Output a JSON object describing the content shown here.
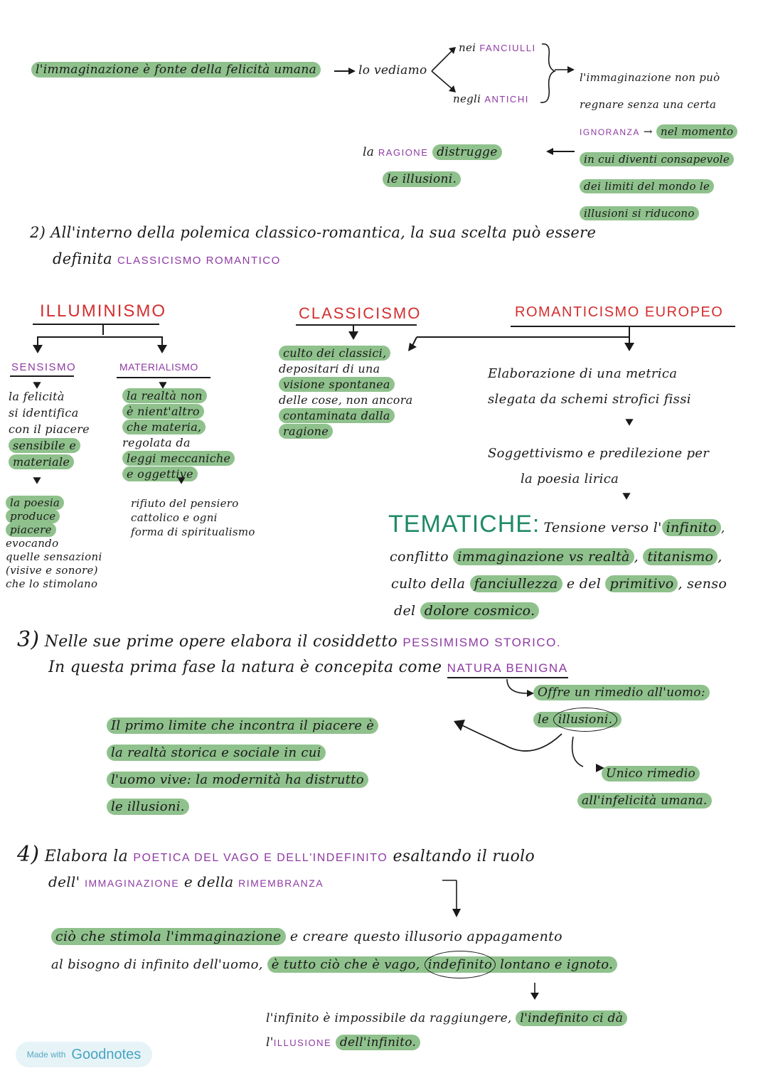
{
  "section1": {
    "main": "l'immaginazione è fonte della felicità umana",
    "lo_vediamo": "lo vediamo",
    "fanciulli_prefix": "nei",
    "fanciulli": "FANCIULLI",
    "antichi_prefix": "negli",
    "antichi": "ANTICHI",
    "consequence_l1": "l'immaginazione non può",
    "consequence_l2": "regnare senza una certa",
    "ignoranza": "IGNORANZA",
    "consequence_l3": "nel momento",
    "consequence_l4": "in cui diventi consapevole",
    "consequence_l5": "dei limiti del mondo le",
    "consequence_l6": "illusioni si riducono",
    "ragione_prefix": "la",
    "ragione": "RAGIONE",
    "ragione_verb": "distrugge",
    "ragione_l2": "le illusioni."
  },
  "section2": {
    "number": "2)",
    "line1": "All'interno della polemica classico-romantica, la sua scelta può essere",
    "line2_prefix": "definita",
    "term": "CLASSICISMO ROMANTICO"
  },
  "map": {
    "illuminismo": {
      "title": "ILLUMINISMO",
      "sensismo": {
        "title": "SENSISMO",
        "text": [
          "la felicità",
          "si identifica",
          "con il piacere",
          "sensibile e",
          "materiale"
        ],
        "result": [
          "la poesia",
          "produce",
          "piacere",
          "evocando",
          "quelle sensazioni",
          "(visive e sonore)",
          "che lo stimolano"
        ]
      },
      "materialismo": {
        "title": "MATERIALISMO",
        "text": [
          "la realtà non",
          "è nient'altro",
          "che materia,",
          "regolata da",
          "leggi meccaniche",
          "e oggettive"
        ],
        "result": [
          "rifiuto del pensiero",
          "cattolico e ogni",
          "forma di spiritualismo"
        ]
      }
    },
    "classicismo": {
      "title": "CLASSICISMO",
      "text": [
        "culto dei classici,",
        "depositari di una",
        "visione spontanea",
        "delle cose, non ancora",
        "contaminata dalla",
        "ragione"
      ]
    },
    "romanticismo": {
      "title": "ROMANTICISMO EUROPEO",
      "point1": [
        "Elaborazione di una metrica",
        "slegata da schemi strofici fissi"
      ],
      "point2": [
        "Soggettivismo e predilezione per",
        "la poesia lirica"
      ]
    },
    "tematiche": {
      "label": "TEMATICHE:",
      "l1_plain": "Tensione verso l'",
      "l1_hl": "infinito",
      "l2_plain": "conflitto",
      "l2_hl1": "immaginazione vs realtà",
      "l2_hl2": "titanismo",
      "l3_plain1": "culto della",
      "l3_hl1": "fanciullezza",
      "l3_plain2": "e del",
      "l3_hl2": "primitivo",
      "l3_plain3": ", senso",
      "l4_plain": "del",
      "l4_hl": "dolore cosmico."
    }
  },
  "section3": {
    "number": "3)",
    "line1": "Nelle sue prime opere elabora il cosiddetto",
    "term1": "PESSIMISMO STORICO.",
    "line2": "In questa prima fase la natura è concepita come",
    "term2": "NATURA BENIGNA",
    "offre_l1": "Offre un rimedio all'uomo:",
    "offre_l2_prefix": "le",
    "offre_l2_circled": "illusioni.",
    "unico_l1": "Unico rimedio",
    "unico_l2": "all'infelicità umana.",
    "limite": [
      "Il primo limite che incontra il piacere è",
      "la realtà storica e sociale in cui",
      "l'uomo vive: la modernità ha distrutto",
      "le illusioni."
    ]
  },
  "section4": {
    "number": "4)",
    "line1_prefix": "Elabora la",
    "term1": "POETICA DEL VAGO E DELL'INDEFINITO",
    "line1_suffix": "esaltando il ruolo",
    "line2_prefix": "dell'",
    "term2": "IMMAGINAZIONE",
    "line2_mid": "e della",
    "term3": "RIMEMBRANZA",
    "p1_hl": "ciò che stimola l'immaginazione",
    "p1_rest": "e creare questo illusorio appagamento",
    "p2_plain": "al bisogno di infinito dell'uomo,",
    "p2_hl_a": "è tutto ciò che è vago,",
    "p2_circled": "indefinito",
    "p2_hl_b": "lontano e ignoto.",
    "c1_plain": "l'infinito è impossibile da raggiungere,",
    "c1_hl": "l'indefinito ci dà",
    "c2_prefix": "l'",
    "c2_term": "ILLUSIONE",
    "c2_hl": "dell'infinito."
  },
  "watermark": {
    "small": "Made with",
    "big": "Goodnotes"
  },
  "colors": {
    "highlight": "#8fc18c",
    "purple": "#8e3aa3",
    "red": "#d32f2f",
    "teal": "#1f8a68",
    "ink": "#1a1a1a"
  }
}
